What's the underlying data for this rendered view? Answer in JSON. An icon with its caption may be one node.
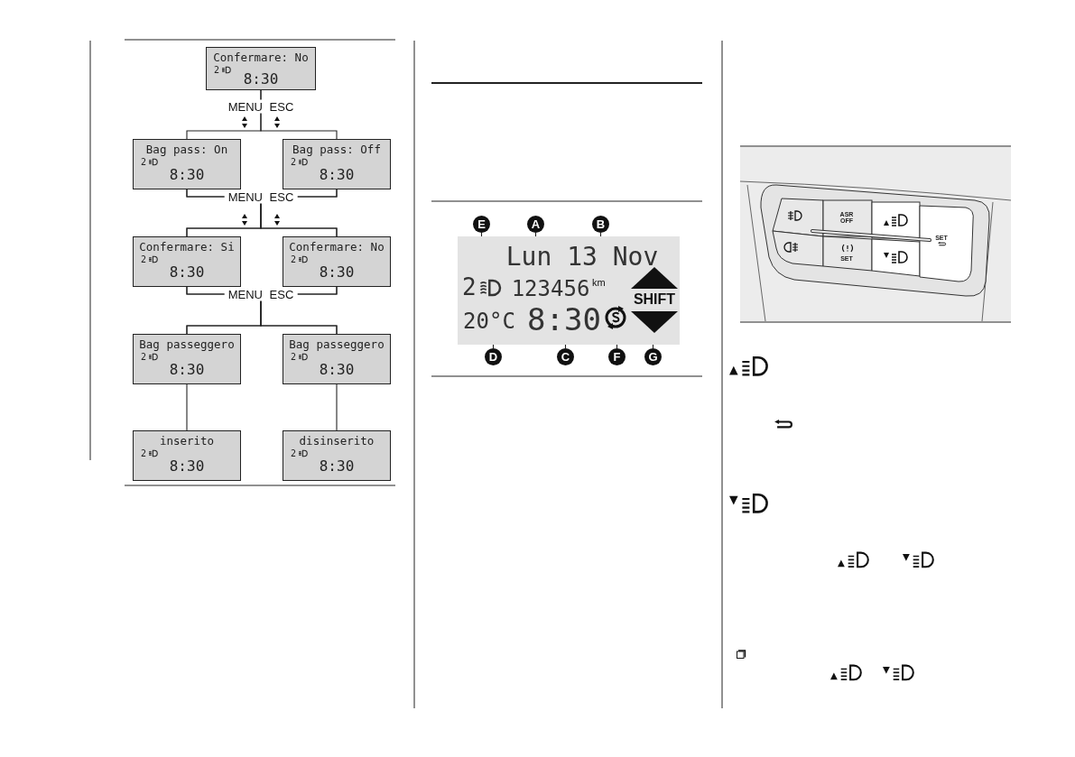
{
  "diagram": {
    "nodes": [
      {
        "text": [
          "Confermare: No",
          "2",
          "8:30"
        ]
      },
      {
        "text": [
          "Bag pass: On",
          "2",
          "8:30"
        ]
      },
      {
        "text": [
          "Bag pass: Off",
          "2",
          "8:30"
        ]
      },
      {
        "text": [
          "Confermare: Si",
          "2",
          "8:30"
        ]
      },
      {
        "text": [
          "Confermare: No",
          "2",
          "8:30"
        ]
      },
      {
        "text": [
          "Bag passeggero",
          "2",
          "8:30"
        ]
      },
      {
        "text": [
          "Bag passeggero",
          "2",
          "8:30"
        ]
      },
      {
        "text": [
          "inserito",
          "2",
          "8:30"
        ]
      },
      {
        "text": [
          "disinserito",
          "2",
          "8:30"
        ]
      },
      {
        "text": [],
        "shape": "box"
      },
      {
        "text": [
          "Lun 13 Nov"
        ],
        "in": 9
      },
      {
        "text": [
          "2"
        ],
        "in": 9
      },
      {
        "text": [
          "123456"
        ],
        "in": 9
      },
      {
        "text": [
          "km"
        ],
        "in": 9
      },
      {
        "text": [
          "20°C"
        ],
        "in": 9
      },
      {
        "text": [
          "8:30"
        ],
        "in": 9
      },
      {
        "text": [],
        "shape": "circle",
        "in": 9
      },
      {
        "text": [
          "SHIFT"
        ],
        "in": 9
      },
      {
        "text": [
          "E"
        ]
      },
      {
        "text": [
          "A"
        ]
      },
      {
        "text": [
          "B"
        ]
      },
      {
        "text": [
          "D"
        ]
      },
      {
        "text": [
          "C"
        ]
      },
      {
        "text": [
          "F"
        ]
      },
      {
        "text": [
          "G"
        ]
      }
    ],
    "edges": [
      {
        "from": 0,
        "to": 1,
        "arrow": "none",
        "label": "MENU ESC"
      },
      {
        "from": 0,
        "to": 2,
        "arrow": "none"
      },
      {
        "from": 1,
        "to": 3,
        "arrow": "none",
        "label": "MENU ESC"
      },
      {
        "from": 1,
        "to": 4,
        "arrow": "none"
      },
      {
        "from": 2,
        "to": 3,
        "arrow": "none"
      },
      {
        "from": 2,
        "to": 4,
        "arrow": "none"
      },
      {
        "from": 3,
        "to": 5,
        "arrow": "none",
        "label": "MENU ESC"
      },
      {
        "from": 3,
        "to": 6,
        "arrow": "none"
      },
      {
        "from": 4,
        "to": 5,
        "arrow": "none"
      },
      {
        "from": 4,
        "to": 6,
        "arrow": "none"
      },
      {
        "from": 5,
        "to": 7,
        "arrow": "none"
      },
      {
        "from": 6,
        "to": 8,
        "arrow": "none"
      },
      {
        "from": 18,
        "to": 11,
        "arrow": "none"
      },
      {
        "from": 19,
        "to": 10,
        "arrow": "none"
      },
      {
        "from": 20,
        "to": 13,
        "arrow": "none"
      },
      {
        "from": 21,
        "to": 14,
        "arrow": "none"
      },
      {
        "from": 22,
        "to": 15,
        "arrow": "none"
      },
      {
        "from": 23,
        "to": 16,
        "arrow": "none"
      },
      {
        "from": 24,
        "to": 17,
        "arrow": "none"
      }
    ],
    "labels": [
      "ASR OFF",
      "SET",
      "SET"
    ]
  }
}
